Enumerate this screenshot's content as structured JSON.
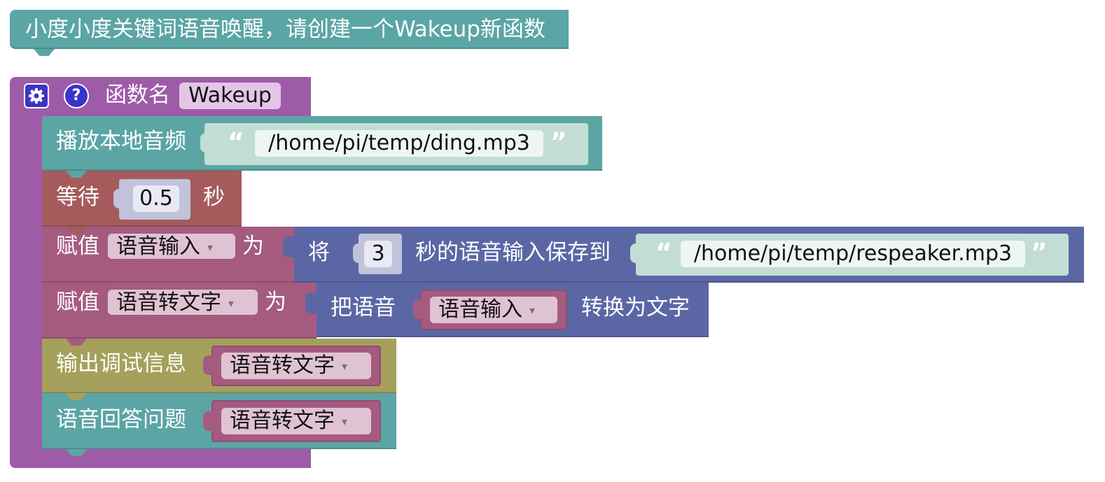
{
  "comment": {
    "text": "小度小度关键词语音唤醒，请创建一个Wakeup新函数",
    "color": "#5ba5a5"
  },
  "function_block": {
    "color": "#9e5ba8",
    "label": "函数名",
    "name": "Wakeup",
    "gear_icon": "gear-icon",
    "help_icon": "help-icon"
  },
  "statements": {
    "play_audio": {
      "label": "播放本地音频",
      "path": "/home/pi/temp/ding.mp3",
      "color": "#5ba5a5",
      "string_color": "#c2ded4"
    },
    "wait": {
      "label": "等待",
      "value": "0.5",
      "unit": "秒",
      "color": "#a55b5b"
    },
    "assign_input": {
      "label": "赋值",
      "variable": "语音输入",
      "as": "为",
      "record_prefix": "将",
      "seconds": "3",
      "record_suffix": "秒的语音输入保存到",
      "path": "/home/pi/temp/respeaker.mp3",
      "color": "#a55b80",
      "record_color": "#5b67a5"
    },
    "assign_text": {
      "label": "赋值",
      "variable": "语音转文字",
      "as": "为",
      "convert_prefix": "把语音",
      "convert_var": "语音输入",
      "convert_suffix": "转换为文字"
    },
    "debug_print": {
      "label": "输出调试信息",
      "variable": "语音转文字",
      "color": "#a5a05b"
    },
    "voice_answer": {
      "label": "语音回答问题",
      "variable": "语音转文字",
      "color": "#5ba5a5"
    }
  }
}
